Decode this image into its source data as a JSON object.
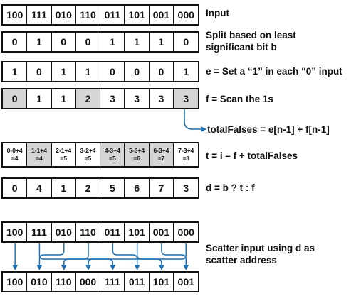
{
  "rows": {
    "input": {
      "values": [
        "100",
        "111",
        "010",
        "110",
        "011",
        "101",
        "001",
        "000"
      ],
      "label": "Input"
    },
    "b": {
      "values": [
        "0",
        "1",
        "0",
        "0",
        "1",
        "1",
        "1",
        "0"
      ],
      "label": "Split based on least\nsignificant bit b"
    },
    "e": {
      "values": [
        "1",
        "0",
        "1",
        "1",
        "0",
        "0",
        "0",
        "1"
      ],
      "label": "e = Set a “1” in each “0” input"
    },
    "f": {
      "values": [
        "0",
        "1",
        "1",
        "2",
        "3",
        "3",
        "3",
        "3"
      ],
      "label": "f = Scan the 1s"
    },
    "t": {
      "top": [
        "0-0+4",
        "1-1+4",
        "2-1+4",
        "3-2+4",
        "4-3+4",
        "5-3+4",
        "6-3+4",
        "7-3+4"
      ],
      "bottom": [
        "=4",
        "=4",
        "=5",
        "=5",
        "=5",
        "=6",
        "=7",
        "=8"
      ],
      "label": "t = i – f + totalFalses"
    },
    "d": {
      "values": [
        "0",
        "4",
        "1",
        "2",
        "5",
        "6",
        "7",
        "3"
      ],
      "label": "d = b ? t : f"
    },
    "scatter_in": {
      "values": [
        "100",
        "111",
        "010",
        "110",
        "011",
        "101",
        "001",
        "000"
      ],
      "label": "Scatter input using d as\nscatter address"
    },
    "scatter_out": {
      "values": [
        "100",
        "010",
        "110",
        "000",
        "111",
        "011",
        "101",
        "001"
      ]
    }
  },
  "totalFalses_label": "totalFalses = e[n-1] + f[n-1]",
  "highlight": {
    "f_gray": [
      0,
      3,
      7
    ],
    "t_gray": [
      1,
      4,
      5,
      6
    ]
  },
  "colors": {
    "arrow": "#1f6fb0",
    "gray": "#d6d6d6"
  }
}
